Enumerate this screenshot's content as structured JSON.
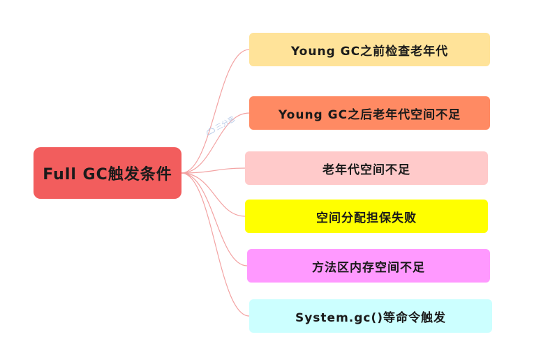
{
  "root": {
    "label": "Full GC触发条件"
  },
  "nodes": [
    {
      "label": "Young GC之前检查老年代",
      "color": "#ffe399"
    },
    {
      "label": "Young GC之后老年代空间不足",
      "color": "#ff8a63"
    },
    {
      "label": "老年代空间不足",
      "color": "#ffcaca"
    },
    {
      "label": "空间分配担保失败",
      "color": "#ffff00"
    },
    {
      "label": "方法区内存空间不足",
      "color": "#ff99ff"
    },
    {
      "label": "System.gc()等命令触发",
      "color": "#ccffff"
    }
  ],
  "root_color": "#f25d5d",
  "link_color": "#f3a3a3",
  "watermark": {
    "text": "三分恶",
    "icon": "cloud-logo-icon"
  }
}
